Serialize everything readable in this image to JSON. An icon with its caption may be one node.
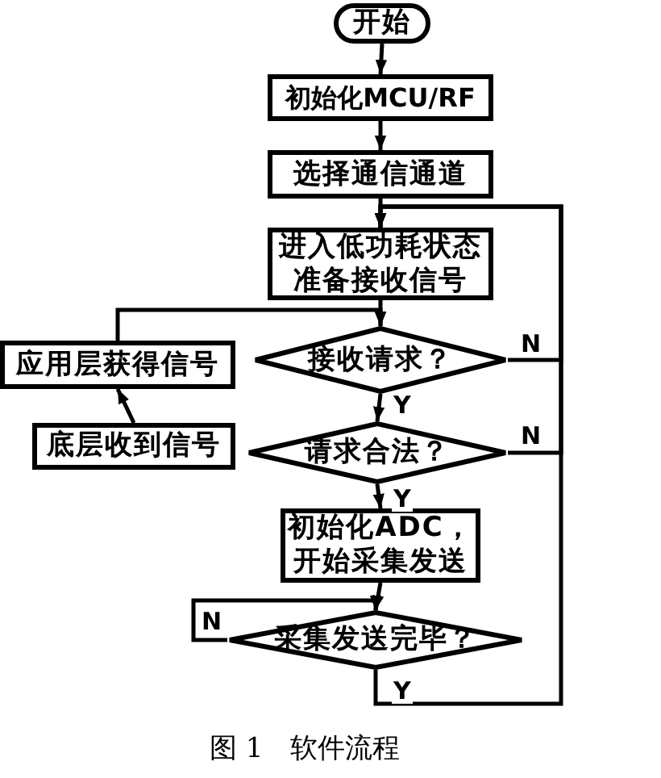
{
  "diagram": {
    "caption": "图 1　软件流程",
    "nodes": [
      {
        "text": [
          "开始"
        ]
      },
      {
        "text": [
          "初始化MCU/RF"
        ]
      },
      {
        "text": [
          "选择通信通道"
        ]
      },
      {
        "text": [
          "进入低功耗状态准备接收信号"
        ]
      },
      {
        "text": [
          "接收请求？"
        ]
      },
      {
        "text": [
          "应用层获得信号"
        ]
      },
      {
        "text": [
          "底层收到信号"
        ]
      },
      {
        "text": [
          "请求合法？"
        ]
      },
      {
        "text": [
          "初始化ADC，开始采集发送"
        ]
      },
      {
        "text": [
          "采集发送完毕？"
        ]
      }
    ],
    "edges": [
      {
        "from": 0,
        "to": 1,
        "arrow": "to"
      },
      {
        "from": 1,
        "to": 2,
        "arrow": "to"
      },
      {
        "from": 2,
        "to": 3,
        "arrow": "to"
      },
      {
        "from": 3,
        "to": 4,
        "arrow": "to"
      },
      {
        "from": 4,
        "to": 7,
        "arrow": "to",
        "label": "Y"
      },
      {
        "from": 4,
        "to": 3,
        "arrow": "to",
        "label": "N"
      },
      {
        "from": 7,
        "to": 3,
        "arrow": "to",
        "label": "N"
      },
      {
        "from": 7,
        "to": 8,
        "arrow": "to",
        "label": "Y"
      },
      {
        "from": 8,
        "to": 9,
        "arrow": "to"
      },
      {
        "from": 9,
        "to": 9,
        "arrow": "to",
        "label": "N"
      },
      {
        "from": 9,
        "to": 3,
        "arrow": "to",
        "label": "Y"
      },
      {
        "from": 6,
        "to": 5,
        "arrow": "to"
      },
      {
        "from": 5,
        "to": 4,
        "arrow": "to"
      }
    ]
  }
}
